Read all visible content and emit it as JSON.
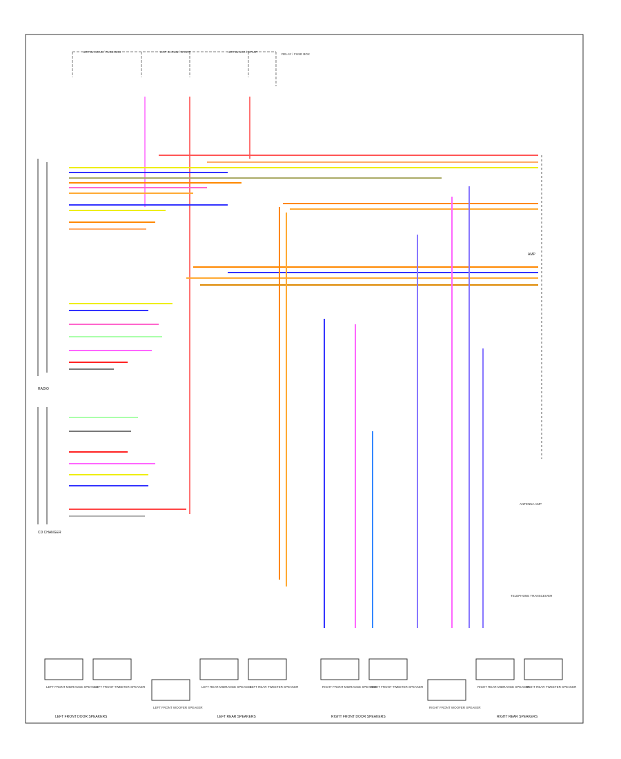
{
  "fuse_labels": [
    "HOT IN HEAD / FUSE BOX",
    "HOT IN RUN / START",
    "HOT IN ACC / START",
    "RELAY / FUSE BOX"
  ],
  "amp_label": "AMP",
  "radio_label": "RADIO",
  "cd_changer_label": "CD CHANGER",
  "antenna_amp_label": "ANTENNA AMP",
  "telephone_transceiver_label": "TELEPHONE TRANSCEIVER",
  "speaker_group_labels": [
    "LEFT FRONT DOOR SPEAKERS",
    "LEFT REAR SPEAKERS",
    "RIGHT FRONT DOOR SPEAKERS",
    "RIGHT REAR SPEAKERS"
  ],
  "speaker_labels": [
    "LEFT FRONT MIDRANGE SPEAKER",
    "LEFT FRONT TWEETER SPEAKER",
    "LEFT FRONT WOOFER SPEAKER",
    "LEFT REAR MIDRANGE SPEAKER",
    "LEFT REAR TWEETER SPEAKER",
    "RIGHT FRONT MIDRANGE SPEAKER",
    "RIGHT FRONT TWEETER SPEAKER",
    "RIGHT FRONT WOOFER SPEAKER",
    "RIGHT REAR MIDRANGE SPEAKER",
    "RIGHT REAR TWEETER SPEAKER"
  ]
}
